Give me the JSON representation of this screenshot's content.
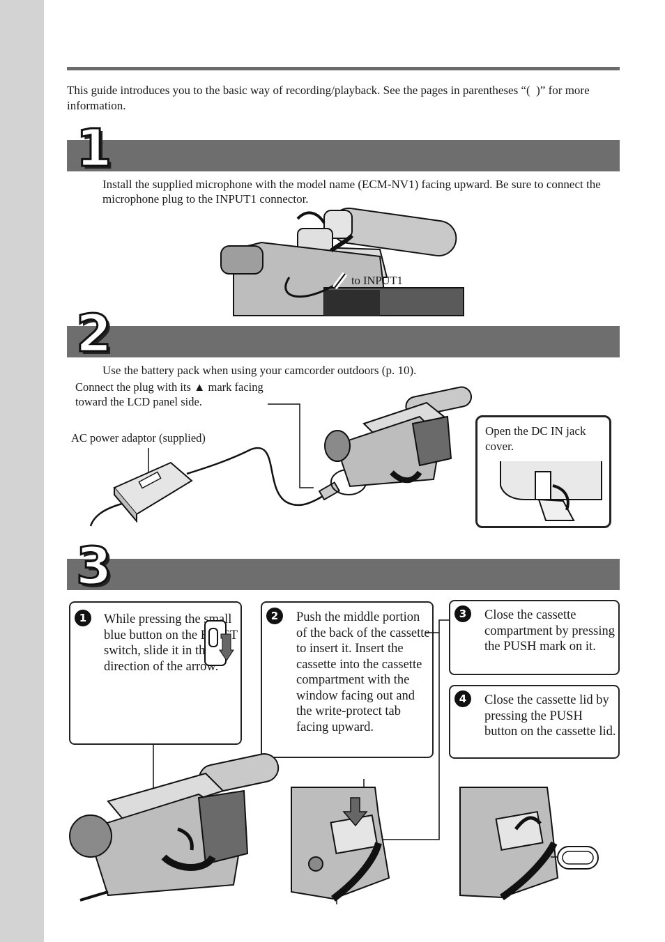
{
  "intro": "This guide introduces you to the basic way of recording/playback. See the pages in parentheses “(  )” for more information.",
  "steps": [
    {
      "number": "1",
      "text": "Install the supplied microphone with the model name (ECM-NV1) facing upward. Be sure to connect the microphone plug to the INPUT1 connector.",
      "labels": {
        "input": "to INPUT1"
      }
    },
    {
      "number": "2",
      "text": "Use the battery pack when using your camcorder outdoors (p. 10).",
      "labels": {
        "plug": "Connect the plug with its ▲ mark facing toward the LCD panel side.",
        "adaptor": "AC power adaptor (supplied)",
        "jack": "Open the DC IN jack cover."
      }
    },
    {
      "number": "3",
      "callouts": [
        {
          "badge": "1",
          "text": "While pressing the small blue button on the EJECT switch, slide it in the direction of the arrow."
        },
        {
          "badge": "2",
          "text": "Push the middle portion of the back of the cassette to insert it. Insert the cassette into the cassette compartment with the window facing out and the write-protect tab facing upward."
        },
        {
          "badge": "3",
          "text": "Close the cassette compartment by pressing the PUSH mark on it."
        },
        {
          "badge": "4",
          "text": "Close the cassette lid by pressing the PUSH button on the cassette lid."
        }
      ]
    }
  ]
}
